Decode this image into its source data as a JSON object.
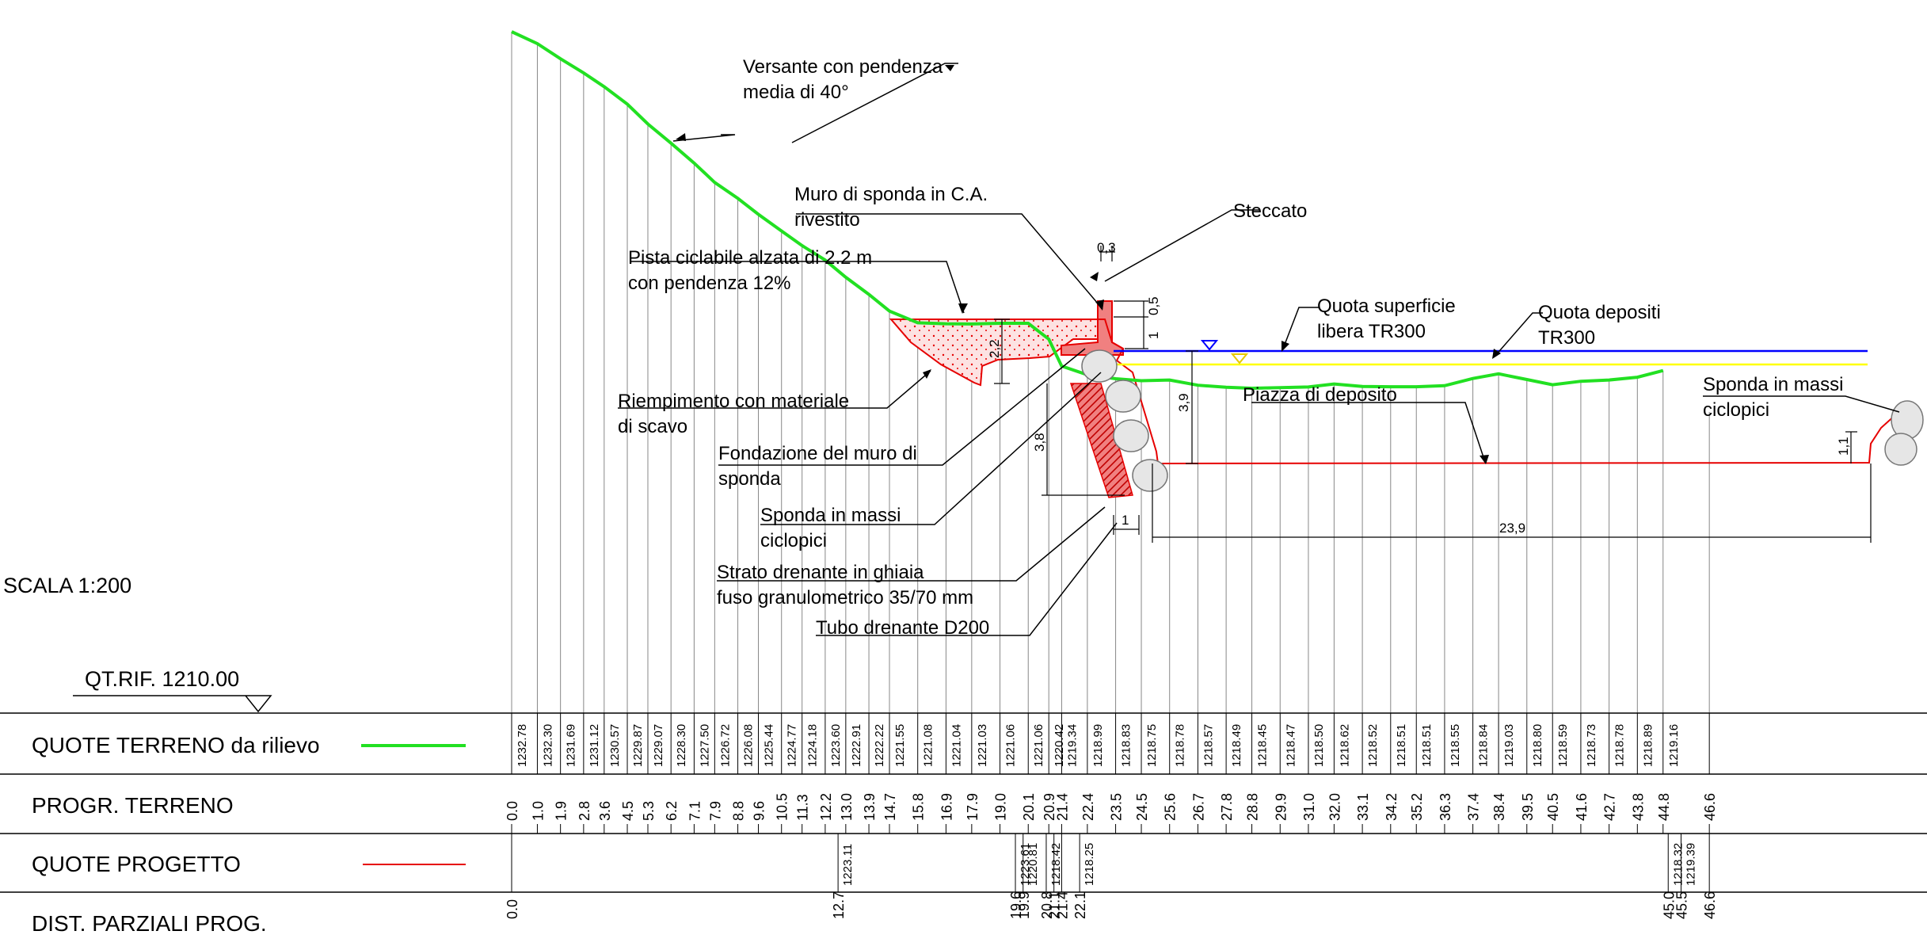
{
  "scale": "SCALA 1:200",
  "ref_level": "QT.RIF. 1210.00",
  "colors": {
    "terrain": "#00e000",
    "project": "#e60000",
    "water": "#0000ff",
    "deposit": "#ffff00",
    "fill": "#f5a0a0",
    "gravel": "#e60000"
  },
  "annotations": {
    "versante": [
      "Versante con pendenza",
      "media di 40°"
    ],
    "muro": [
      "Muro di sponda in C.A.",
      "rivestito"
    ],
    "steccato": [
      "Steccato"
    ],
    "pista": [
      "Pista ciclabile alzata di 2.2 m",
      "con pendenza 12%"
    ],
    "quota_superficie": [
      "Quota superficie",
      "libera TR300"
    ],
    "quota_depositi": [
      "Quota depositi",
      "TR300"
    ],
    "riempimento": [
      "Riempimento con materiale",
      "di scavo"
    ],
    "piazza": [
      "Piazza di deposito"
    ],
    "sponda_dx": [
      "Sponda in massi",
      "ciclopici"
    ],
    "fondazione": [
      "Fondazione del muro di",
      "sponda"
    ],
    "sponda_sx": [
      "Sponda in massi",
      "ciclopici"
    ],
    "strato": [
      "Strato drenante in ghiaia",
      "fuso granulometrico 35/70 mm"
    ],
    "tubo": [
      "Tubo drenante D200"
    ]
  },
  "dimensions": {
    "d_0_3": "0,3",
    "d_0_5": "0,5",
    "d_1_top": "1",
    "d_2_2": "2,2",
    "d_3_9": "3,9",
    "d_3_8": "3,8",
    "d_1_bottom": "1",
    "d_1_1": "1,1",
    "d_23_9": "23,9"
  },
  "table": {
    "row_labels": {
      "quote_terreno": "QUOTE TERRENO da rilievo",
      "progr_terreno": "PROGR. TERRENO",
      "quote_progetto": "QUOTE PROGETTO",
      "dist_parziali": "DIST. PARZIALI PROG."
    },
    "terrain_points": [
      {
        "progr": "0.0",
        "quota": "1232.78"
      },
      {
        "progr": "1.0",
        "quota": "1232.30"
      },
      {
        "progr": "1.9",
        "quota": "1231.69"
      },
      {
        "progr": "2.8",
        "quota": "1231.12"
      },
      {
        "progr": "3.6",
        "quota": "1230.57"
      },
      {
        "progr": "4.5",
        "quota": "1229.87"
      },
      {
        "progr": "5.3",
        "quota": "1229.07"
      },
      {
        "progr": "6.2",
        "quota": "1228.30"
      },
      {
        "progr": "7.1",
        "quota": "1227.50"
      },
      {
        "progr": "7.9",
        "quota": "1226.72"
      },
      {
        "progr": "8.8",
        "quota": "1226.08"
      },
      {
        "progr": "9.6",
        "quota": "1225.44"
      },
      {
        "progr": "10.5",
        "quota": "1224.77"
      },
      {
        "progr": "11.3",
        "quota": "1224.18"
      },
      {
        "progr": "12.2",
        "quota": "1223.60"
      },
      {
        "progr": "13.0",
        "quota": "1222.91"
      },
      {
        "progr": "13.9",
        "quota": "1222.22"
      },
      {
        "progr": "14.7",
        "quota": "1221.55"
      },
      {
        "progr": "15.8",
        "quota": "1221.08"
      },
      {
        "progr": "16.9",
        "quota": "1221.04"
      },
      {
        "progr": "17.9",
        "quota": "1221.03"
      },
      {
        "progr": "19.0",
        "quota": "1221.06"
      },
      {
        "progr": "20.1",
        "quota": "1221.06"
      },
      {
        "progr": "20.9",
        "quota": "1220.42"
      },
      {
        "progr": "21.4",
        "quota": "1219.34"
      },
      {
        "progr": "22.4",
        "quota": "1218.99"
      },
      {
        "progr": "23.5",
        "quota": "1218.83"
      },
      {
        "progr": "24.5",
        "quota": "1218.75"
      },
      {
        "progr": "25.6",
        "quota": "1218.78"
      },
      {
        "progr": "26.7",
        "quota": "1218.57"
      },
      {
        "progr": "27.8",
        "quota": "1218.49"
      },
      {
        "progr": "28.8",
        "quota": "1218.45"
      },
      {
        "progr": "29.9",
        "quota": "1218.47"
      },
      {
        "progr": "31.0",
        "quota": "1218.50"
      },
      {
        "progr": "32.0",
        "quota": "1218.62"
      },
      {
        "progr": "33.1",
        "quota": "1218.52"
      },
      {
        "progr": "34.2",
        "quota": "1218.51"
      },
      {
        "progr": "35.2",
        "quota": "1218.51"
      },
      {
        "progr": "36.3",
        "quota": "1218.55"
      },
      {
        "progr": "37.4",
        "quota": "1218.84"
      },
      {
        "progr": "38.4",
        "quota": "1219.03"
      },
      {
        "progr": "39.5",
        "quota": "1218.80"
      },
      {
        "progr": "40.5",
        "quota": "1218.59"
      },
      {
        "progr": "41.6",
        "quota": "1218.73"
      },
      {
        "progr": "42.7",
        "quota": "1218.78"
      },
      {
        "progr": "43.8",
        "quota": "1218.89"
      },
      {
        "progr": "44.8",
        "quota": "1219.16"
      },
      {
        "progr": "46.6",
        "quota": ""
      }
    ],
    "project_points": [
      {
        "dist": "0.0",
        "quota": ""
      },
      {
        "dist": "12.7",
        "quota": "1223.11"
      },
      {
        "dist": "19.6",
        "quota": "1223.61"
      },
      {
        "dist": "19.9",
        "quota": "1220.81"
      },
      {
        "dist": "20.8",
        "quota": "1218.42"
      },
      {
        "dist": "21.1",
        "quota": ""
      },
      {
        "dist": "21.4",
        "quota": ""
      },
      {
        "dist": "22.1",
        "quota": "1218.25"
      },
      {
        "dist": "45.0",
        "quota": "1218.32"
      },
      {
        "dist": "45.5",
        "quota": "1219.39"
      },
      {
        "dist": "46.6",
        "quota": ""
      }
    ]
  }
}
